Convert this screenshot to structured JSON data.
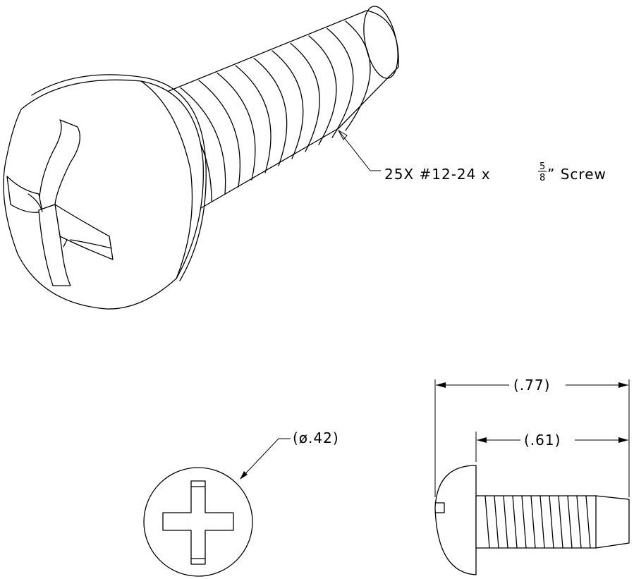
{
  "callout": {
    "prefix": "25X #12-24 x ",
    "numerator": "5",
    "denominator": "8",
    "suffix": "” Screw"
  },
  "dimensions": {
    "head_diameter": "(ø.42)",
    "overall_length": "(.77)",
    "shank_length": "(.61)"
  }
}
